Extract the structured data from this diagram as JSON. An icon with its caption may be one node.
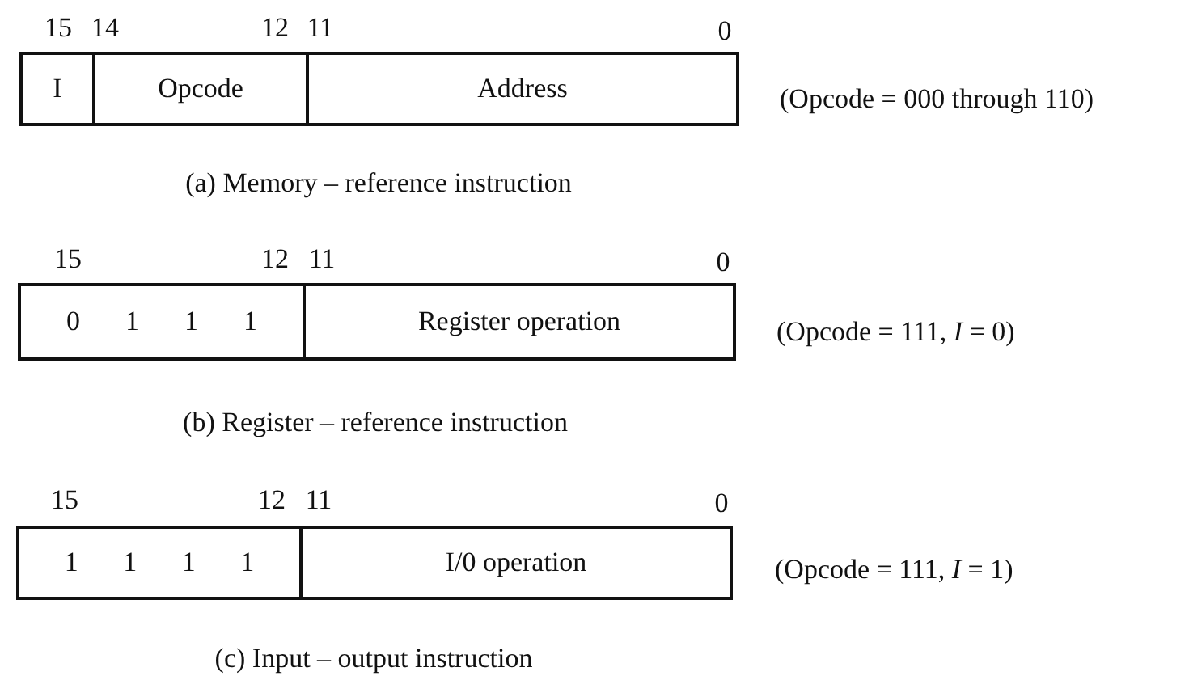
{
  "diagram": {
    "nodes": [
      {
        "text": [
          "I"
        ]
      },
      {
        "text": [
          "Opcode"
        ]
      },
      {
        "text": [
          "Address"
        ]
      },
      {
        "text": [
          "0",
          "1",
          "1",
          "1"
        ]
      },
      {
        "text": [
          "Register operation"
        ]
      },
      {
        "text": [
          "1",
          "1",
          "1",
          "1"
        ]
      },
      {
        "text": [
          "I/0 operation"
        ]
      }
    ],
    "labels": [
      "15",
      "14",
      "12",
      "11",
      "0",
      "(Opcode =  000 through 110)",
      "(a) Memory – reference instruction",
      "15",
      "12",
      "11",
      "0",
      "(Opcode = 111,   *I* = 0)",
      "(b) Register – reference instruction",
      "15",
      "12",
      "11",
      "0",
      "(Opcode = 111,   *I* = 1)",
      "(c) Input – output instruction"
    ]
  }
}
